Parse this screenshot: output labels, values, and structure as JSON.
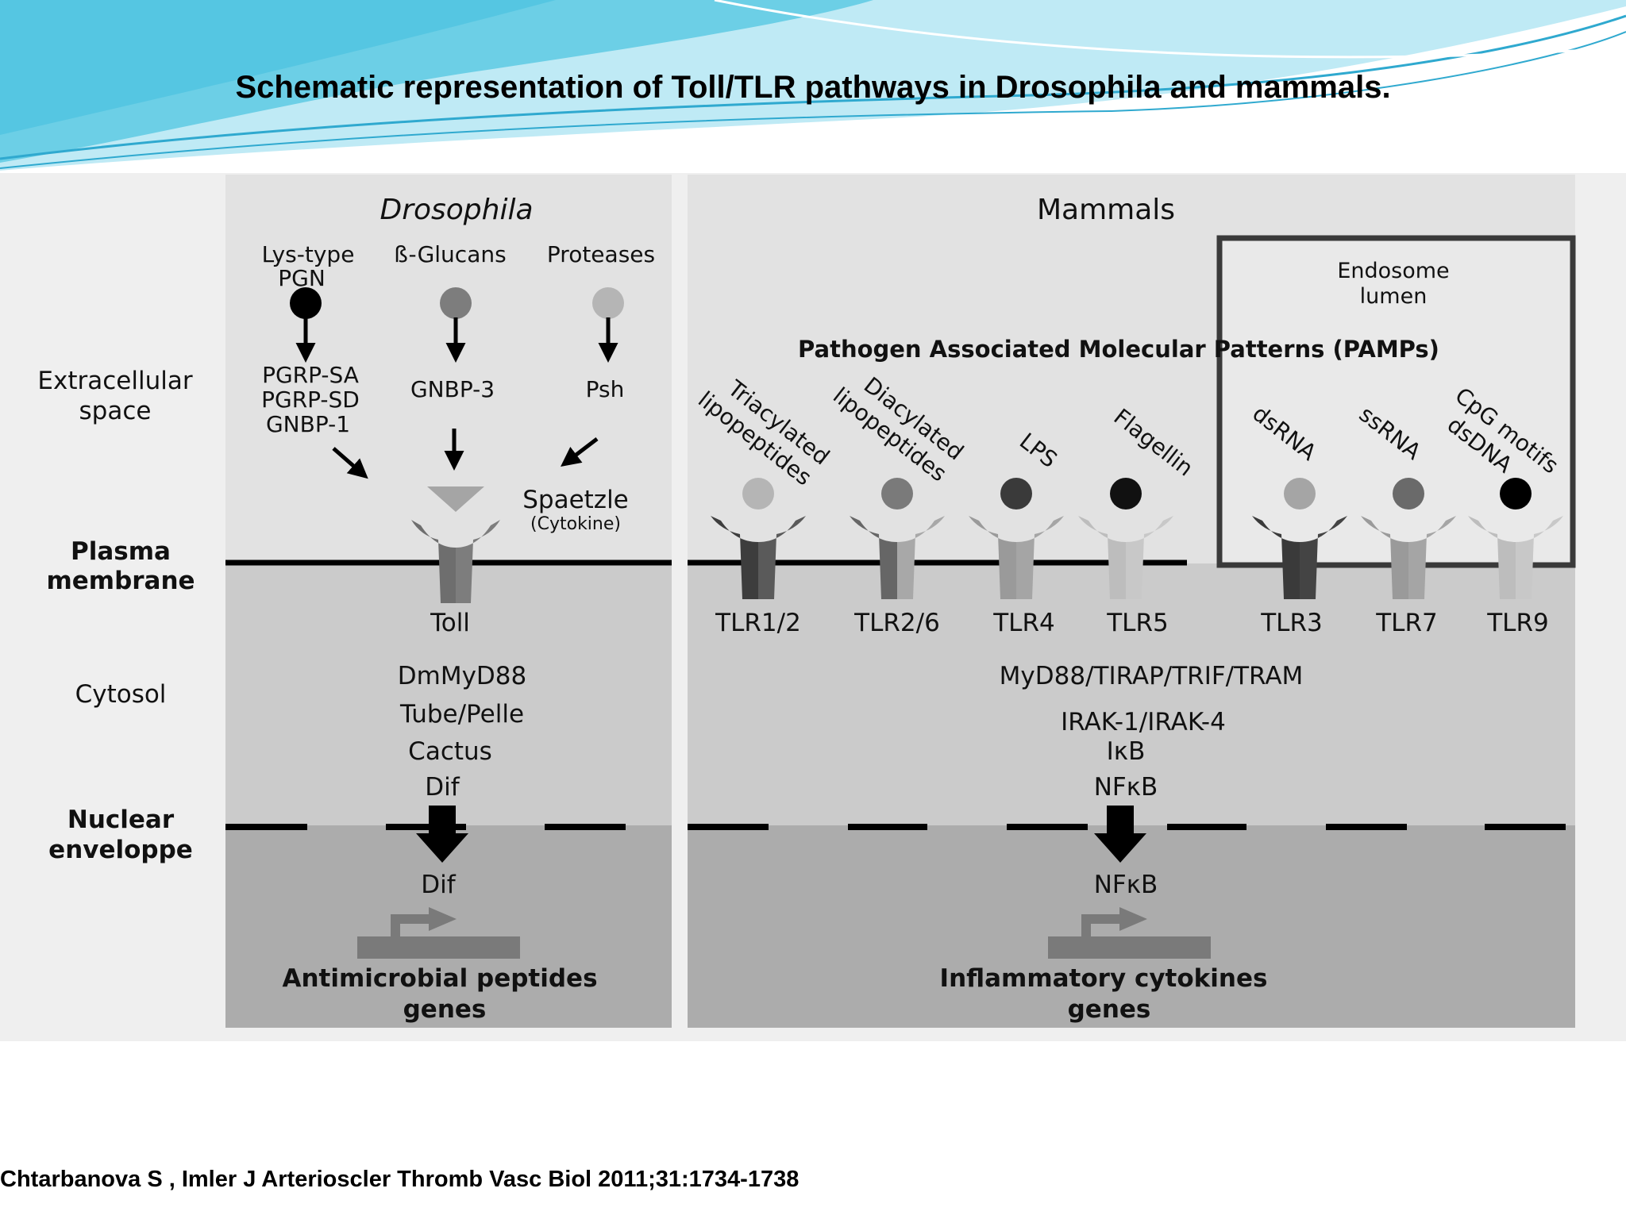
{
  "slide": {
    "title": "Schematic representation of Toll/TLR pathways in Drosophila and mammals.",
    "citation": "Chtarbanova S , Imler J Arterioscler Thromb Vasc Biol 2011;31:1734-1738"
  },
  "regions": {
    "extracellular_l1": "Extracellular",
    "extracellular_l2": "space",
    "plasma_l1": "Plasma",
    "plasma_l2": "membrane",
    "cytosol": "Cytosol",
    "nuclear_l1": "Nuclear",
    "nuclear_l2": "enveloppe"
  },
  "drosophila": {
    "title": "Drosophila",
    "lys_l1": "Lys-type",
    "lys_l2": "PGN",
    "glucans": "ß-Glucans",
    "proteases": "Proteases",
    "pgrp_sa": "PGRP-SA",
    "pgrp_sd": "PGRP-SD",
    "gnbp1": "GNBP-1",
    "gnbp3": "GNBP-3",
    "psh": "Psh",
    "spaetzle": "Spaetzle",
    "cytokine": "(Cytokine)",
    "receptor": "Toll",
    "cascade": [
      "DmMyD88",
      "Tube/Pelle",
      "Cactus",
      "Dif"
    ],
    "nuclear_factor": "Dif",
    "output_l1": "Antimicrobial peptides",
    "output_l2": "genes"
  },
  "mammals": {
    "title": "Mammals",
    "endosome_l1": "Endosome",
    "endosome_l2": "lumen",
    "pamps": "Pathogen Associated Molecular Patterns (PAMPs)",
    "ligand_tri_l1": "Triacylated",
    "ligand_tri_l2": "lipopeptides",
    "ligand_di_l1": "Diacylated",
    "ligand_di_l2": "lipopeptides",
    "ligand_lps": "LPS",
    "ligand_flagellin": "Flagellin",
    "ligand_dsrna": "dsRNA",
    "ligand_ssrna": "ssRNA",
    "ligand_cpg_l1": "CpG motifs",
    "ligand_cpg_l2": "dsDNA",
    "receptors": [
      "TLR1/2",
      "TLR2/6",
      "TLR4",
      "TLR5",
      "TLR3",
      "TLR7",
      "TLR9"
    ],
    "adaptors": "MyD88/TIRAP/TRIF/TRAM",
    "irak": "IRAK-1/IRAK-4",
    "ikb": "IκB",
    "nfkb": "NFκB",
    "nuclear_factor": "NFκB",
    "output_l1": "Inflammatory cytokines",
    "output_l2": "genes"
  },
  "colors": {
    "wave_light": "#bfeaf5",
    "wave_mid": "#6ccfe6",
    "wave_dark": "#2fa9cf",
    "bg_extracellular": "#e2e2e2",
    "bg_cytosol": "#cbcbcb",
    "bg_nucleus": "#acacac",
    "receptor_dark": "#3d3d3d",
    "receptor_mid": "#777777",
    "receptor_light": "#bdbdbd"
  }
}
